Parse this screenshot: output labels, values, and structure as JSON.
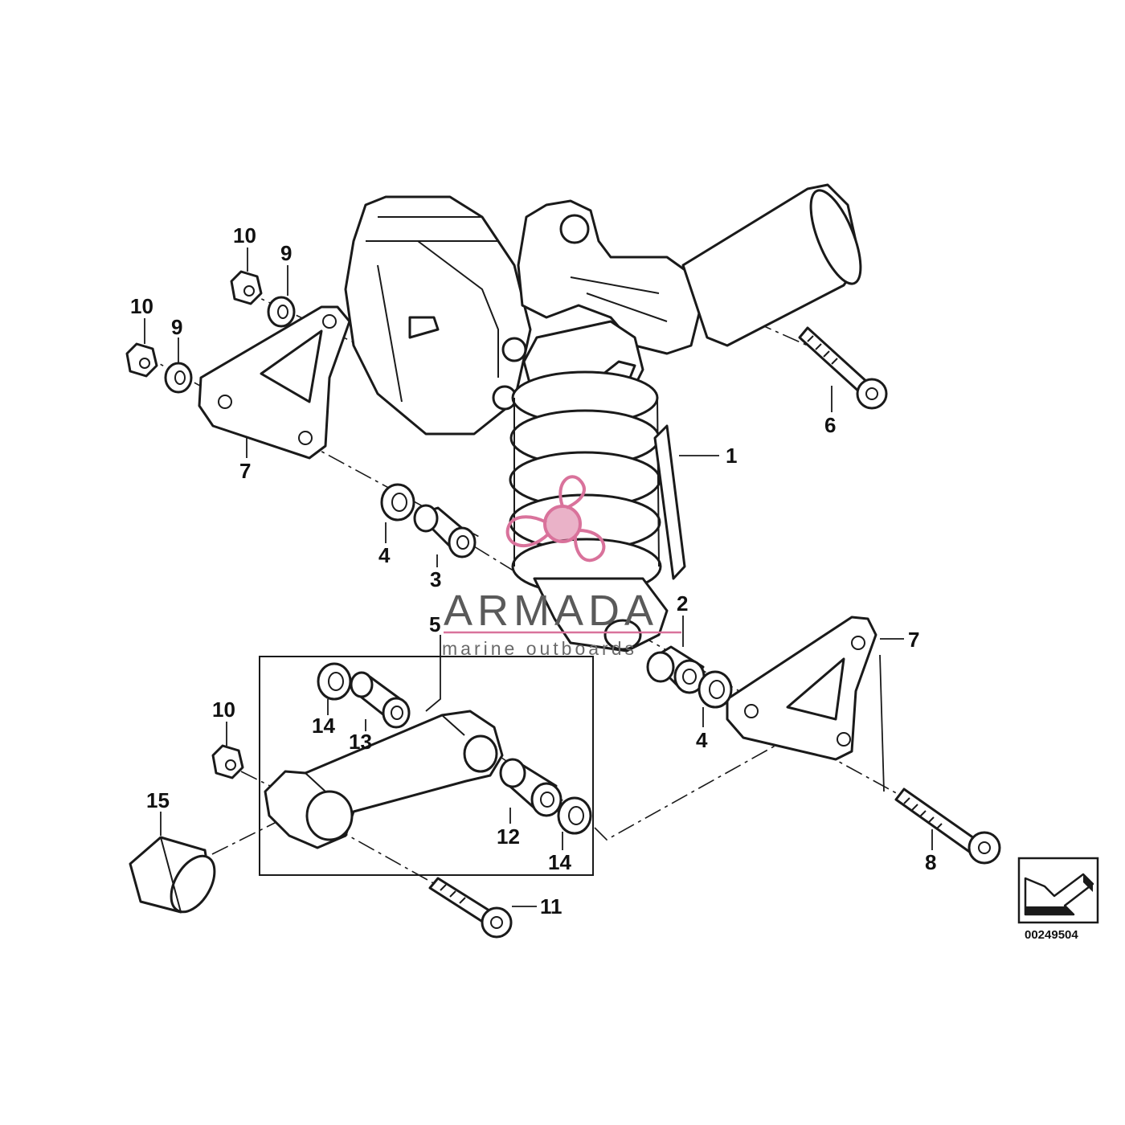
{
  "callouts": [
    "1",
    "2",
    "3",
    "4",
    "4",
    "5",
    "6",
    "7",
    "7",
    "8",
    "9",
    "9",
    "10",
    "10",
    "10",
    "11",
    "12",
    "13",
    "14",
    "14",
    "15"
  ],
  "reference_number": "00249504",
  "watermark": {
    "title": "ARMADA",
    "subtitle": "marine outboards",
    "color": "#d9729b"
  },
  "colors": {
    "line": "#1a1a1a",
    "background": "#ffffff"
  },
  "icons": [
    "direction-arrow-icon"
  ]
}
